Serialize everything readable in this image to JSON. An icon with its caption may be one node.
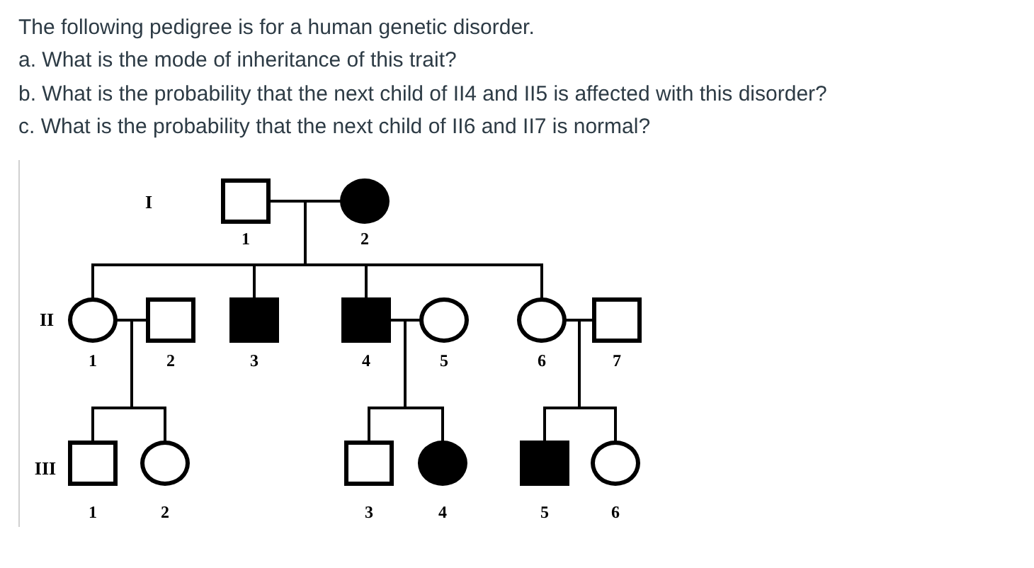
{
  "diagram": {
    "title": "The following pedigree is for a human genetic disorder.",
    "nodes": [
      {
        "text": [],
        "shape": "box",
        "beside": [
          "1"
        ]
      },
      {
        "text": [],
        "shape": "circle",
        "beside": [
          "2"
        ]
      },
      {
        "text": [],
        "shape": "circle",
        "beside": [
          "1"
        ]
      },
      {
        "text": [],
        "shape": "box",
        "beside": [
          "2"
        ]
      },
      {
        "text": [],
        "shape": "box",
        "beside": [
          "3"
        ]
      },
      {
        "text": [],
        "shape": "box",
        "beside": [
          "4"
        ]
      },
      {
        "text": [],
        "shape": "circle",
        "beside": [
          "5"
        ]
      },
      {
        "text": [],
        "shape": "circle",
        "beside": [
          "6"
        ]
      },
      {
        "text": [],
        "shape": "box",
        "beside": [
          "7"
        ]
      },
      {
        "text": [],
        "shape": "box",
        "beside": [
          "1"
        ]
      },
      {
        "text": [],
        "shape": "circle",
        "beside": [
          "2"
        ]
      },
      {
        "text": [],
        "shape": "box",
        "beside": [
          "3"
        ]
      },
      {
        "text": [],
        "shape": "circle",
        "beside": [
          "4"
        ]
      },
      {
        "text": [],
        "shape": "box",
        "beside": [
          "5"
        ]
      },
      {
        "text": [],
        "shape": "circle",
        "beside": [
          "6"
        ]
      }
    ],
    "edges": [
      {
        "from": 0,
        "to": 1,
        "arrow": "none"
      },
      {
        "from": 0,
        "to": 2,
        "arrow": "none"
      },
      {
        "from": 0,
        "to": 4,
        "arrow": "none"
      },
      {
        "from": 0,
        "to": 5,
        "arrow": "none"
      },
      {
        "from": 0,
        "to": 7,
        "arrow": "none"
      },
      {
        "from": 1,
        "to": 2,
        "arrow": "none"
      },
      {
        "from": 1,
        "to": 4,
        "arrow": "none"
      },
      {
        "from": 1,
        "to": 5,
        "arrow": "none"
      },
      {
        "from": 1,
        "to": 7,
        "arrow": "none"
      },
      {
        "from": 2,
        "to": 3,
        "arrow": "none"
      },
      {
        "from": 2,
        "to": 9,
        "arrow": "none"
      },
      {
        "from": 2,
        "to": 10,
        "arrow": "none"
      },
      {
        "from": 3,
        "to": 9,
        "arrow": "none"
      },
      {
        "from": 3,
        "to": 10,
        "arrow": "none"
      },
      {
        "from": 5,
        "to": 6,
        "arrow": "none"
      },
      {
        "from": 5,
        "to": 11,
        "arrow": "none"
      },
      {
        "from": 5,
        "to": 12,
        "arrow": "none"
      },
      {
        "from": 6,
        "to": 11,
        "arrow": "none"
      },
      {
        "from": 6,
        "to": 12,
        "arrow": "none"
      },
      {
        "from": 7,
        "to": 8,
        "arrow": "none"
      },
      {
        "from": 7,
        "to": 13,
        "arrow": "none"
      },
      {
        "from": 7,
        "to": 14,
        "arrow": "none"
      },
      {
        "from": 8,
        "to": 13,
        "arrow": "none"
      },
      {
        "from": 8,
        "to": 14,
        "arrow": "none"
      }
    ],
    "labels": [
      "a. What is the mode of inheritance of this trait?",
      "b. What is the probability that the next child of II4 and II5 is affected with this disorder?",
      "c. What is the probability that the next child of II6 and II7 is normal?",
      "I",
      "II",
      "III"
    ]
  }
}
